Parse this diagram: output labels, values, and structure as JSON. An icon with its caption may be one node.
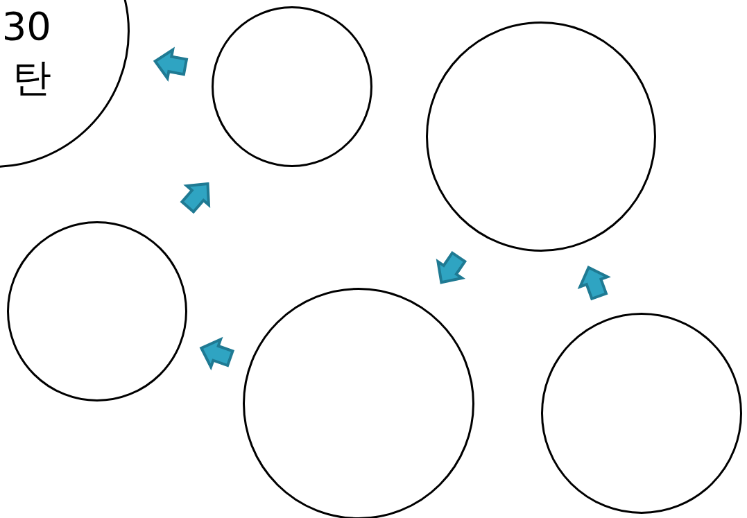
{
  "diagram": {
    "nodes": [
      {
        "text": [
          "30",
          "탄"
        ]
      },
      {
        "text": [],
        "shape": "circle"
      },
      {
        "text": [],
        "shape": "circle"
      },
      {
        "text": [],
        "shape": "circle"
      },
      {
        "text": [],
        "shape": "circle"
      },
      {
        "text": [],
        "shape": "circle"
      }
    ],
    "edges": [
      {
        "from": 1,
        "to": 0,
        "arrow": "to"
      },
      {
        "from": 3,
        "to": 1,
        "arrow": "to"
      },
      {
        "from": 4,
        "to": 3,
        "arrow": "to"
      },
      {
        "from": 2,
        "to": 4,
        "arrow": "to"
      },
      {
        "from": 5,
        "to": 2,
        "arrow": "to"
      }
    ]
  }
}
